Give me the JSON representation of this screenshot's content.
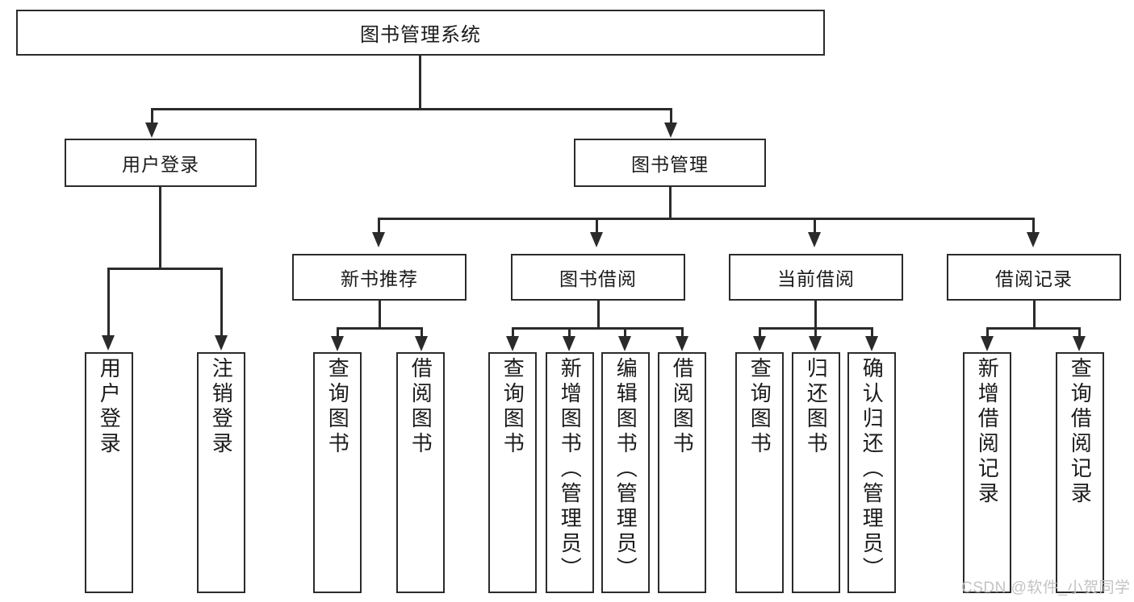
{
  "diagram": {
    "type": "tree-hierarchy-chart",
    "title": "图书管理系统",
    "orientation": "top-down",
    "colors": {
      "stroke": "#2b2b2b",
      "fill": "#ffffff",
      "text": "#1b1b1b",
      "watermark": "#c3c3c3"
    },
    "levels": 4
  },
  "root": {
    "label": "图书管理系统"
  },
  "level2": [
    {
      "id": "user-login",
      "label": "用户登录"
    },
    {
      "id": "book-management",
      "label": "图书管理"
    }
  ],
  "level3": [
    {
      "id": "new-book-recommend",
      "label": "新书推荐",
      "parent": "book-management"
    },
    {
      "id": "book-borrow",
      "label": "图书借阅",
      "parent": "book-management"
    },
    {
      "id": "current-borrow",
      "label": "当前借阅",
      "parent": "book-management"
    },
    {
      "id": "borrow-record",
      "label": "借阅记录",
      "parent": "book-management"
    }
  ],
  "leaves": {
    "user_login": [
      {
        "id": "leaf-user-login",
        "label": "用户登录"
      },
      {
        "id": "leaf-logout",
        "label": "注销登录"
      }
    ],
    "new_book_recommend": [
      {
        "id": "leaf-query-book-1",
        "label": "查询图书"
      },
      {
        "id": "leaf-borrow-book-1",
        "label": "借阅图书"
      }
    ],
    "book_borrow": [
      {
        "id": "leaf-query-book-2",
        "label": "查询图书"
      },
      {
        "id": "leaf-add-book",
        "label": "新增图书（管理员）"
      },
      {
        "id": "leaf-edit-book",
        "label": "编辑图书（管理员）"
      },
      {
        "id": "leaf-borrow-book-2",
        "label": "借阅图书"
      }
    ],
    "current_borrow": [
      {
        "id": "leaf-query-book-3",
        "label": "查询图书"
      },
      {
        "id": "leaf-return-book",
        "label": "归还图书"
      },
      {
        "id": "leaf-confirm-return",
        "label": "确认归还（管理员）"
      }
    ],
    "borrow_record": [
      {
        "id": "leaf-add-record",
        "label": "新增借阅记录"
      },
      {
        "id": "leaf-query-record",
        "label": "查询借阅记录"
      }
    ]
  },
  "watermark": {
    "text": "CSDN @软件_小贺同学"
  }
}
